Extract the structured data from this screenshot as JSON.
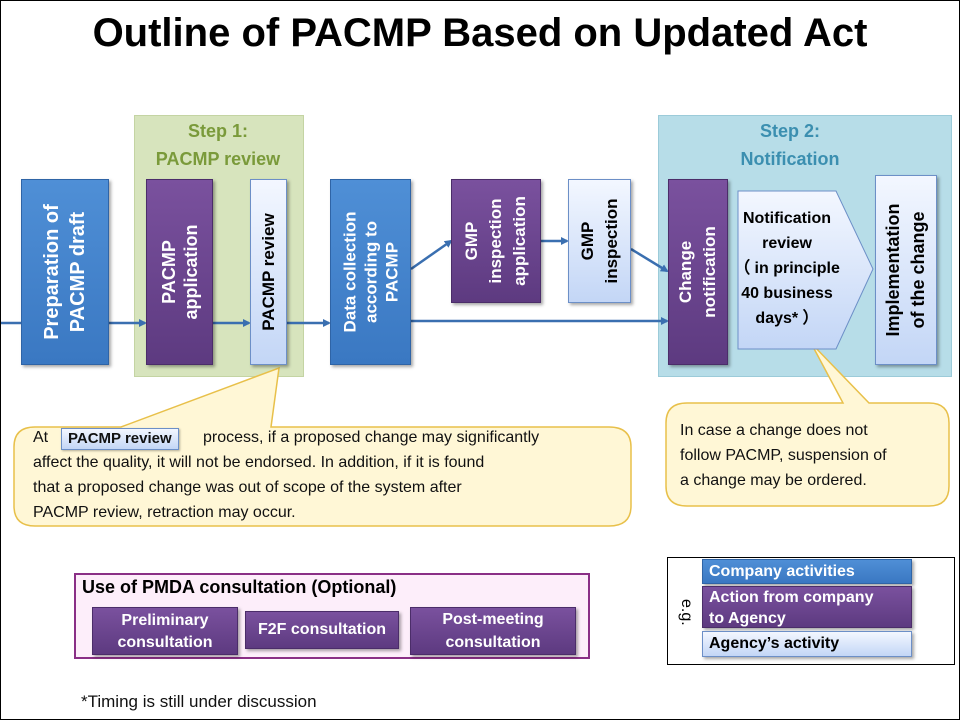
{
  "title": "Outline of PACMP Based on Updated Act",
  "step1": {
    "line1": "Step 1:",
    "line2": "PACMP review",
    "color": "#7a9a3a"
  },
  "step2": {
    "line1": "Step 2:",
    "line2": "Notification",
    "color": "#3b8fb0"
  },
  "flow": {
    "prep": "Preparation of PACMP draft",
    "application_l1": "PACMP",
    "application_l2": "application",
    "review": "PACMP review",
    "data_l1": "Data collection",
    "data_l2": "according to",
    "data_l3": "PACMP",
    "gmp_app_l1": "GMP",
    "gmp_app_l2": "inspection",
    "gmp_app_l3": "application",
    "gmp_insp_l1": "GMP",
    "gmp_insp_l2": "inspection",
    "change_l1": "Change",
    "change_l2": "notification",
    "notif_l1": "Notification",
    "notif_l2": "review",
    "notif_l3": "（ in principle",
    "notif_l4": "40 business",
    "notif_l5": "days* ）",
    "impl_l1": "Implementation",
    "impl_l2": "of the change"
  },
  "callout_left": {
    "prefix": "At",
    "tag": "PACMP review",
    "line1_rest": "process, if a proposed change may significantly",
    "line2": "affect the quality, it will not be endorsed. In addition, if it is found",
    "line3": "that a proposed change was out of scope of the system after",
    "line4": "PACMP review, retraction may occur."
  },
  "callout_right": {
    "line1": "In case a change does not",
    "line2": "follow PACMP, suspension of",
    "line3": "a change may be ordered."
  },
  "consultation": {
    "title": "Use of PMDA consultation (Optional)",
    "items": [
      {
        "l1": "Preliminary",
        "l2": "consultation"
      },
      {
        "l1": "F2F consultation",
        "l2": ""
      },
      {
        "l1": "Post-meeting",
        "l2": "consultation"
      }
    ]
  },
  "legend": {
    "eg": "e.g.",
    "company": "Company activities",
    "action_l1": "Action from company",
    "action_l2": "to Agency",
    "agency": "Agency’s activity"
  },
  "footnote": "*Timing is still under discussion"
}
